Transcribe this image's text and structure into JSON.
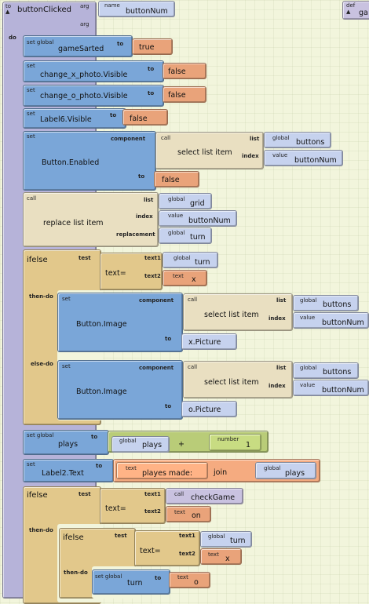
{
  "proc": {
    "to": "to",
    "name": "buttonClicked",
    "arg1": "arg",
    "arg_name_label": "name",
    "arg_name": "buttonNum",
    "arg2": "arg",
    "do": "do"
  },
  "def": {
    "label": "def",
    "name": "ga"
  },
  "s1": {
    "head": "set global",
    "var": "gameSarted",
    "to": "to",
    "val": "true"
  },
  "s2": {
    "head": "set",
    "prop": "change_x_photo.Visible",
    "to": "to",
    "val": "false"
  },
  "s3": {
    "head": "set",
    "prop": "change_o_photo.Visible",
    "to": "to",
    "val": "false"
  },
  "s4": {
    "head": "set",
    "prop": "Label6.Visible",
    "to": "to",
    "val": "false"
  },
  "s5": {
    "head": "set",
    "prop": "Button.Enabled",
    "component": "component",
    "to": "to",
    "call": "call",
    "fn": "select list item",
    "list": "list",
    "index": "index",
    "g": "global",
    "list_var": "buttons",
    "v": "value",
    "index_var": "buttonNum",
    "val": "false"
  },
  "s6": {
    "head": "call",
    "fn": "replace list item",
    "list": "list",
    "index": "index",
    "replacement": "replacement",
    "g1": "global",
    "list_var": "grid",
    "v": "value",
    "index_var": "buttonNum",
    "g2": "global",
    "repl_var": "turn"
  },
  "if1": {
    "ifelse": "ifelse",
    "test": "test",
    "op": "text=",
    "text1": "text1",
    "text2": "text2",
    "g": "global",
    "t1var": "turn",
    "tlabel": "text",
    "t2val": "x",
    "then": "then-do",
    "else": "else-do",
    "a_set": "set",
    "a_prop": "Button.Image",
    "a_component": "component",
    "a_to": "to",
    "a_call": "call",
    "a_fn": "select list item",
    "a_list": "list",
    "a_index": "index",
    "a_g": "global",
    "a_list_var": "buttons",
    "a_v": "value",
    "a_index_var": "buttonNum",
    "a_val": "x.Picture",
    "b_set": "set",
    "b_prop": "Button.Image",
    "b_component": "component",
    "b_to": "to",
    "b_call": "call",
    "b_fn": "select list item",
    "b_list": "list",
    "b_index": "index",
    "b_g": "global",
    "b_list_var": "buttons",
    "b_v": "value",
    "b_index_var": "buttonNum",
    "b_val": "o.Picture"
  },
  "s7": {
    "head": "set global",
    "var": "plays",
    "to": "to",
    "g": "global",
    "plays": "plays",
    "plus": "+",
    "num_label": "number",
    "num": "1"
  },
  "s8": {
    "head": "set",
    "prop": "Label2.Text",
    "to": "to",
    "tlabel": "text",
    "text": "playes made:",
    "join": "join",
    "g": "global",
    "var": "plays"
  },
  "if2": {
    "ifelse": "ifelse",
    "test": "test",
    "op": "text=",
    "text1": "text1",
    "text2": "text2",
    "call": "call",
    "fn": "checkGame",
    "tlabel": "text",
    "t2val": "on",
    "then": "then-do",
    "inner_ifelse": "ifelse",
    "inner_test": "test",
    "inner_op": "text=",
    "inner_text1": "text1",
    "inner_text2": "text2",
    "inner_g": "global",
    "inner_t1var": "turn",
    "inner_tlabel": "text",
    "inner_t2val": "x",
    "inner_then": "then-do",
    "set_head": "set global",
    "set_var": "turn",
    "set_to": "to",
    "set_tlabel": "text",
    "set_val": "o"
  }
}
